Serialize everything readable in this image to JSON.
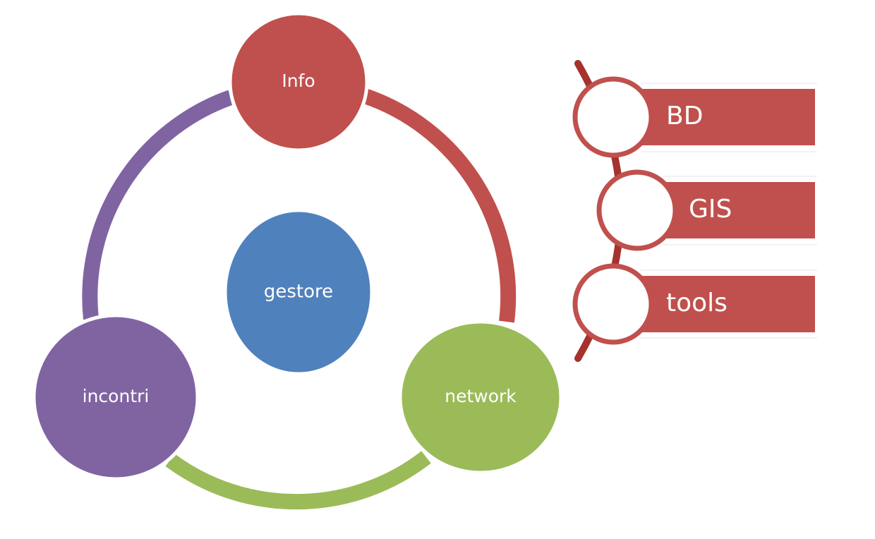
{
  "cycle": {
    "center": "gestore",
    "nodes": [
      {
        "id": "info",
        "label": "Info",
        "color": "#c0504d"
      },
      {
        "id": "network",
        "label": "network",
        "color": "#9bbb59"
      },
      {
        "id": "incontri",
        "label": "incontri",
        "color": "#8064a2"
      }
    ],
    "center_color": "#4f81bd"
  },
  "list": {
    "color": "#c0504d",
    "items": [
      {
        "label": "BD"
      },
      {
        "label": "GIS"
      },
      {
        "label": "tools"
      }
    ]
  }
}
